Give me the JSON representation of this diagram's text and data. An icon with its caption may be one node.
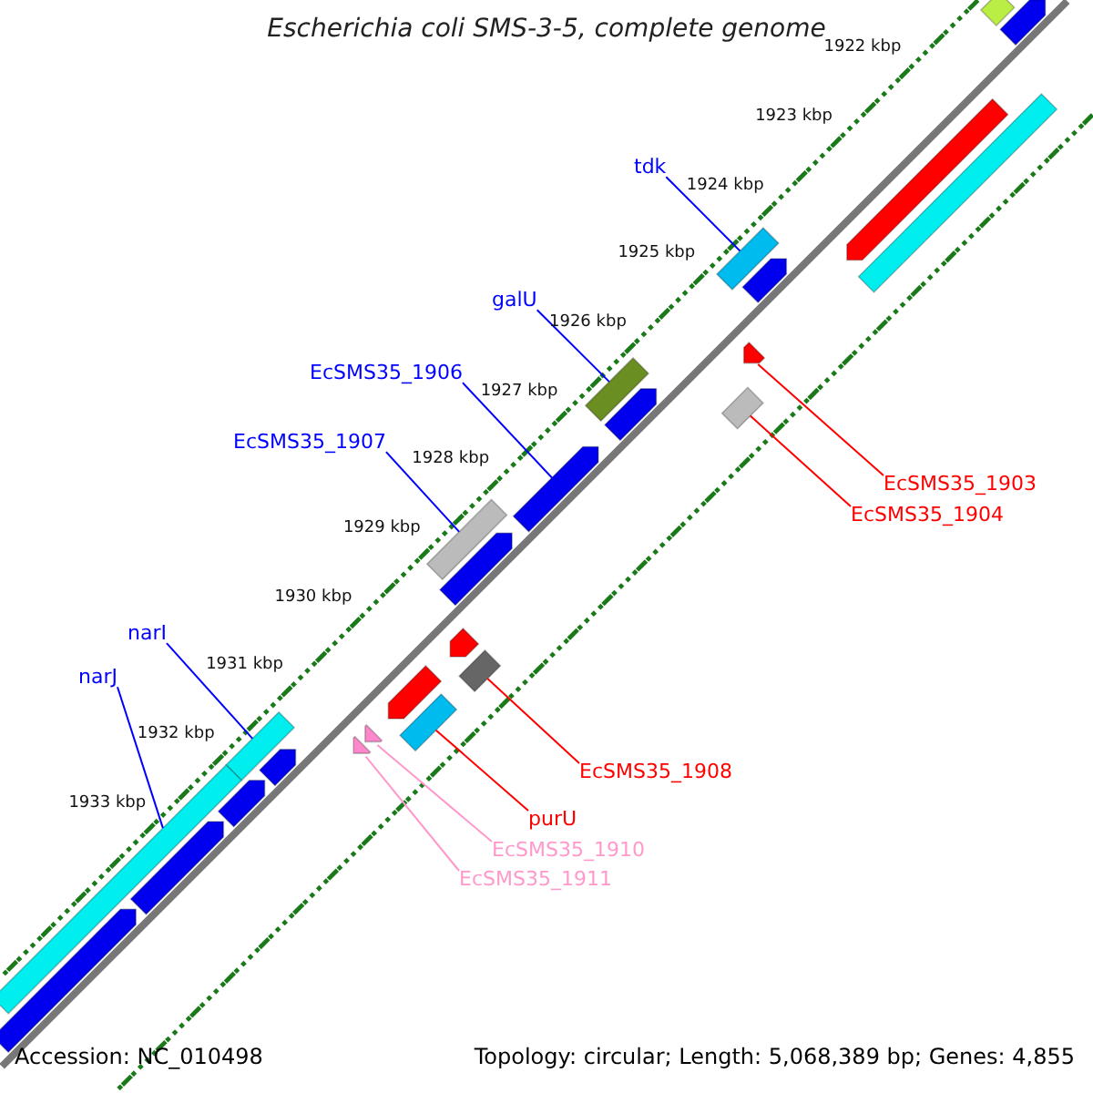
{
  "diagram": {
    "title": "Escherichia coli SMS-3-5, complete genome",
    "nodes": [
      {
        "text": [
          "tdk"
        ]
      },
      {
        "text": [
          "galU"
        ]
      },
      {
        "text": [
          "EcSMS35_1906"
        ]
      },
      {
        "text": [
          "EcSMS35_1907"
        ]
      },
      {
        "text": [
          "EcSMS35_1903"
        ]
      },
      {
        "text": [
          "EcSMS35_1904"
        ]
      },
      {
        "text": [
          "narI"
        ]
      },
      {
        "text": [
          "narJ"
        ]
      },
      {
        "text": [
          "EcSMS35_1908"
        ]
      },
      {
        "text": [
          "purU"
        ]
      },
      {
        "text": [
          "EcSMS35_1910"
        ]
      },
      {
        "text": [
          "EcSMS35_1911"
        ]
      },
      {
        "text": [],
        "shape": "bar"
      },
      {
        "text": [],
        "shape": "bar"
      },
      {
        "text": [],
        "shape": "bar"
      },
      {
        "text": [],
        "shape": "bar"
      },
      {
        "text": [],
        "shape": "bar"
      },
      {
        "text": [],
        "shape": "bar"
      },
      {
        "text": [],
        "shape": "bar"
      },
      {
        "text": [],
        "shape": "bar"
      },
      {
        "text": [],
        "shape": "bar"
      },
      {
        "text": [],
        "shape": "bar"
      },
      {
        "text": [],
        "shape": "bar"
      },
      {
        "text": [],
        "shape": "bar"
      },
      {
        "text": [],
        "shape": "bar"
      },
      {
        "text": [],
        "shape": "bar"
      },
      {
        "text": [],
        "shape": "bar"
      },
      {
        "text": [],
        "shape": "bar"
      },
      {
        "text": [],
        "shape": "bar"
      },
      {
        "text": [],
        "shape": "bar"
      },
      {
        "text": [],
        "shape": "bar"
      },
      {
        "text": [],
        "shape": "bar"
      },
      {
        "text": [],
        "shape": "bar"
      },
      {
        "text": [],
        "shape": "bar"
      },
      {
        "text": [],
        "shape": "bar"
      },
      {
        "text": [],
        "shape": "bar"
      },
      {
        "text": [],
        "shape": "bar"
      }
    ],
    "edges": [
      {
        "from": 0,
        "to": 12,
        "arrow": "none"
      },
      {
        "from": 1,
        "to": 13,
        "arrow": "none"
      },
      {
        "from": 2,
        "to": 14,
        "arrow": "none"
      },
      {
        "from": 3,
        "to": 15,
        "arrow": "none"
      },
      {
        "from": 4,
        "to": 16,
        "arrow": "none",
        "color": "#ff0000"
      },
      {
        "from": 5,
        "to": 17,
        "arrow": "none",
        "color": "#ff0000"
      },
      {
        "from": 6,
        "to": 18,
        "arrow": "none"
      },
      {
        "from": 7,
        "to": 19,
        "arrow": "none"
      },
      {
        "from": 8,
        "to": 20,
        "arrow": "none",
        "color": "#ff0000"
      },
      {
        "from": 9,
        "to": 21,
        "arrow": "none",
        "color": "#ff0000"
      },
      {
        "from": 10,
        "to": 22,
        "arrow": "none",
        "color": "#ff99cc"
      },
      {
        "from": 11,
        "to": 23,
        "arrow": "none",
        "color": "#ff99cc"
      }
    ],
    "labels": [
      "1922 kbp",
      "1923 kbp",
      "1924 kbp",
      "1925 kbp",
      "1926 kbp",
      "1927 kbp",
      "1928 kbp",
      "1929 kbp",
      "1930 kbp",
      "1931 kbp",
      "1932 kbp",
      "1933 kbp",
      "Accession: NC_010498",
      "Topology: circular; Length: 5,068,389 bp; Genes: 4,855"
    ]
  }
}
